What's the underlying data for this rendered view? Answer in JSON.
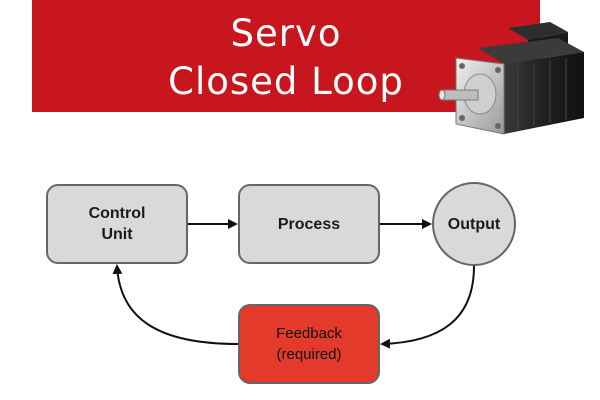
{
  "banner": {
    "line1": "Servo",
    "line2": "Closed Loop",
    "color": "#c7161e",
    "image_icon": "servo-motor-icon"
  },
  "diagram": {
    "nodes": {
      "control_unit": {
        "line1": "Control",
        "line2": "Unit"
      },
      "process": {
        "label": "Process"
      },
      "output": {
        "label": "Output"
      },
      "feedback": {
        "line1": "Feedback",
        "line2": "(required)",
        "color": "#e43a2b"
      }
    },
    "edges": [
      {
        "from": "Control Unit",
        "to": "Process"
      },
      {
        "from": "Process",
        "to": "Output"
      },
      {
        "from": "Output",
        "to": "Feedback"
      },
      {
        "from": "Feedback",
        "to": "Control Unit"
      }
    ],
    "node_color": "#d9d9d9"
  }
}
